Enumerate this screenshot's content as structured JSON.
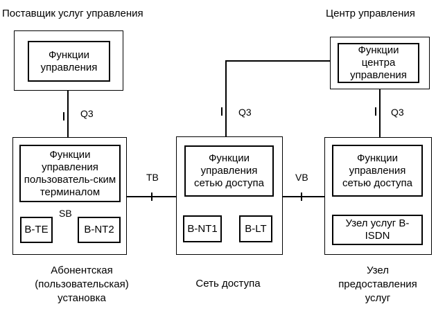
{
  "headers": {
    "provider": "Поставщик услуг управления",
    "center": "Центр управления"
  },
  "blocks": {
    "provider_mgmt": "Функции управления",
    "center_mgmt": "Функции центра управления",
    "user_terminal_mgmt": "Функции управления пользователь-ским терминалом",
    "access_mgmt": "Функции управления сетью доступа",
    "service_mgmt": "Функции управления сетью доступа",
    "bte": "B-TE",
    "bnt2": "B-NT2",
    "bnt1": "B-NT1",
    "blt": "B-LT",
    "service_node": "Узел услуг B-ISDN"
  },
  "interfaces": {
    "q3_left": "Q3",
    "q3_mid": "Q3",
    "q3_right": "Q3",
    "tb": "TB",
    "vb": "VB",
    "sb": "SB"
  },
  "captions": {
    "subscriber": "Абонентская (пользовательская) установка",
    "access_network": "Сеть доступа",
    "service_node": "Узел предоставления услуг"
  }
}
